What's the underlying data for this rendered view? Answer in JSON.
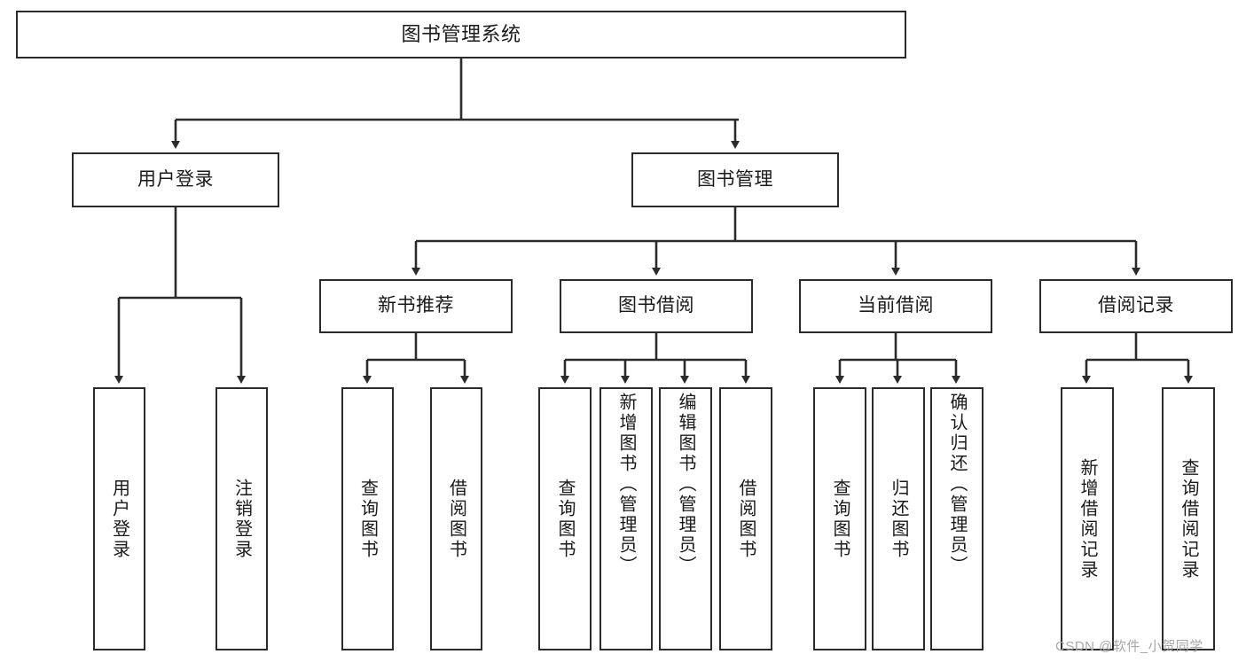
{
  "diagram": {
    "title": "图书管理系统",
    "type": "tree-hierarchy",
    "background_color": "#ffffff",
    "box_border_color": "#2b2b2b",
    "edge_color": "#2b2b2b"
  },
  "nodes": {
    "root": {
      "label": "图书管理系统"
    },
    "level1": [
      {
        "label": "用户登录"
      },
      {
        "label": "图书管理"
      }
    ],
    "level2": [
      {
        "label": "新书推荐"
      },
      {
        "label": "图书借阅"
      },
      {
        "label": "当前借阅"
      },
      {
        "label": "借阅记录"
      }
    ],
    "leaves": {
      "user_login": [
        {
          "label": "用户登录"
        },
        {
          "label": "注销登录"
        }
      ],
      "new_book_recommend": [
        {
          "label": "查询图书"
        },
        {
          "label": "借阅图书"
        }
      ],
      "book_borrow": [
        {
          "label": "查询图书"
        },
        {
          "label": "新增图书（管理员）"
        },
        {
          "label": "编辑图书（管理员）"
        },
        {
          "label": "借阅图书"
        }
      ],
      "current_borrow": [
        {
          "label": "查询图书"
        },
        {
          "label": "归还图书"
        },
        {
          "label": "确认归还（管理员）"
        }
      ],
      "borrow_record": [
        {
          "label": "新增借阅记录"
        },
        {
          "label": "查询借阅记录"
        }
      ]
    }
  },
  "watermark": {
    "text": "CSDN @软件_小贺同学"
  }
}
